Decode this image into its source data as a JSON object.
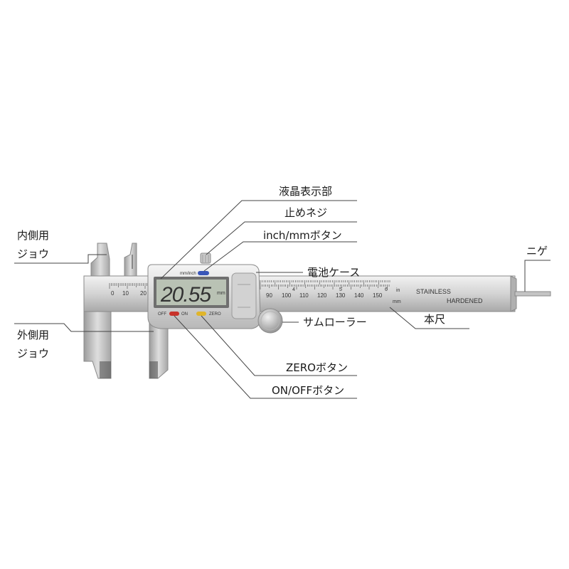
{
  "callouts": {
    "lcd_display": "液晶表示部",
    "lock_screw": "止めネジ",
    "inch_mm_button": "inch/mmボタン",
    "inside_jaw_line1": "内側用",
    "inside_jaw_line2": "ジョウ",
    "outside_jaw_line1": "外側用",
    "outside_jaw_line2": "ジョウ",
    "battery_case": "電池ケース",
    "thumb_roller": "サムローラー",
    "main_scale": "本尺",
    "depth_rod": "ニゲ",
    "zero_button": "ZEROボタン",
    "on_off_button": "ON/OFFボタン"
  },
  "device": {
    "reading": "20.55",
    "reading_unit": "mm",
    "mode_label": "mm/inch",
    "off_label": "OFF",
    "on_label": "ON",
    "zero_label": "ZERO",
    "brand_line1": "STAINLESS",
    "brand_line2": "HARDENED",
    "scale_unit_in": "in",
    "scale_unit_mm": "mm",
    "mm_numbers_left": [
      "0",
      "10",
      "20"
    ],
    "mm_numbers_right": [
      "90",
      "100",
      "110",
      "120",
      "130",
      "140",
      "150"
    ],
    "inch_numbers": [
      "4",
      "5",
      "6"
    ]
  },
  "colors": {
    "steel_light": "#e4e4e4",
    "steel_mid": "#bdbdbd",
    "steel_dark": "#8a8a8a",
    "lcd": "#b9c2b4",
    "button_mode": "#3a56b8",
    "button_onoff": "#c8332b",
    "button_zero": "#e0b52b"
  }
}
